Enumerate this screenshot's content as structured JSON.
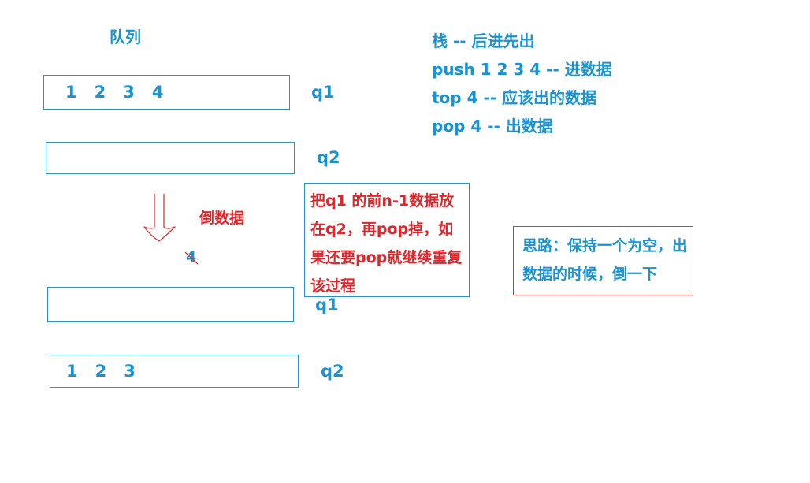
{
  "queue_title": "队列",
  "stack_notes": [
    "栈 -- 后进先出",
    "push 1 2 3 4  -- 进数据",
    "top 4 -- 应该出的数据",
    "pop 4 -- 出数据"
  ],
  "before": {
    "q1": {
      "label": "q1",
      "items": [
        "1",
        "2",
        "3",
        "4"
      ]
    },
    "q2": {
      "label": "q2",
      "items": []
    }
  },
  "arrow_label": "倒数据",
  "popped_value": "4",
  "note_text": "把q1 的前n-1数据放在q2，再pop掉，如果还要pop就继续重复该过程",
  "after": {
    "q1": {
      "label": "q1",
      "items": []
    },
    "q2": {
      "label": "q2",
      "items": [
        "1",
        "2",
        "3"
      ]
    }
  },
  "idea_text": "思路：保持一个为空，出数据的时候，倒一下",
  "colors": {
    "text_blue": "#1a93d3",
    "text_red": "#e0262b",
    "box_border_blue": "#2a8fc7",
    "box_border_red": "#d9363b",
    "arrow_red": "#d43a3a"
  }
}
